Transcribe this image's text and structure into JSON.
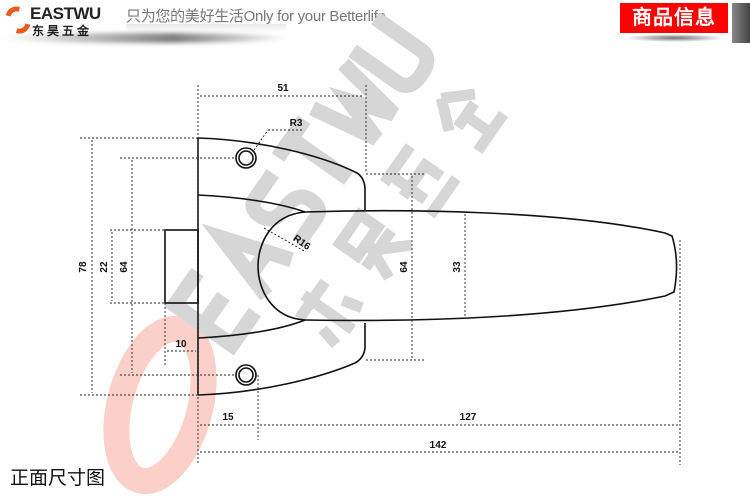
{
  "header": {
    "logo_en": "EASTWU",
    "logo_cn": "东昊五金",
    "slogan": "只为您的美好生活Only for your Betterlife",
    "badge": "商品信息"
  },
  "drawing": {
    "watermark_en": "EASTWU",
    "watermark_cn": "东昊五金",
    "dimensions": {
      "top_width": "51",
      "overall_height": "78",
      "bolt_height": "22",
      "hole_spacing": "64",
      "bolt_depth": "10",
      "ear_height": "64",
      "handle_width": "33",
      "hole_offset": "15",
      "handle_length": "127",
      "overall_length": "142",
      "hole_radius": "R3",
      "inner_radius": "R16"
    }
  },
  "footer": {
    "title": "正面尺寸图"
  },
  "colors": {
    "brand_red": "#ff0000",
    "logo_orange": "#f05a1a"
  }
}
